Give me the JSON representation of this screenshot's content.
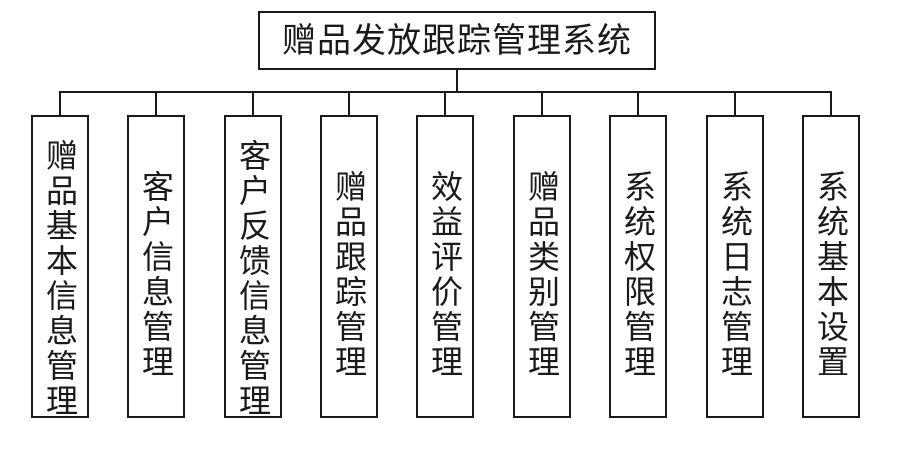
{
  "diagram": {
    "root": {
      "label": "赠品发放跟踪管理系统"
    },
    "modules": [
      {
        "label": "赠品基本信息管理"
      },
      {
        "label": "客户信息管理"
      },
      {
        "label": "客户反馈信息管理"
      },
      {
        "label": "赠品跟踪管理"
      },
      {
        "label": "效益评价管理"
      },
      {
        "label": "赠品类别管理"
      },
      {
        "label": "系统权限管理"
      },
      {
        "label": "系统日志管理"
      },
      {
        "label": "系统基本设置"
      }
    ]
  }
}
